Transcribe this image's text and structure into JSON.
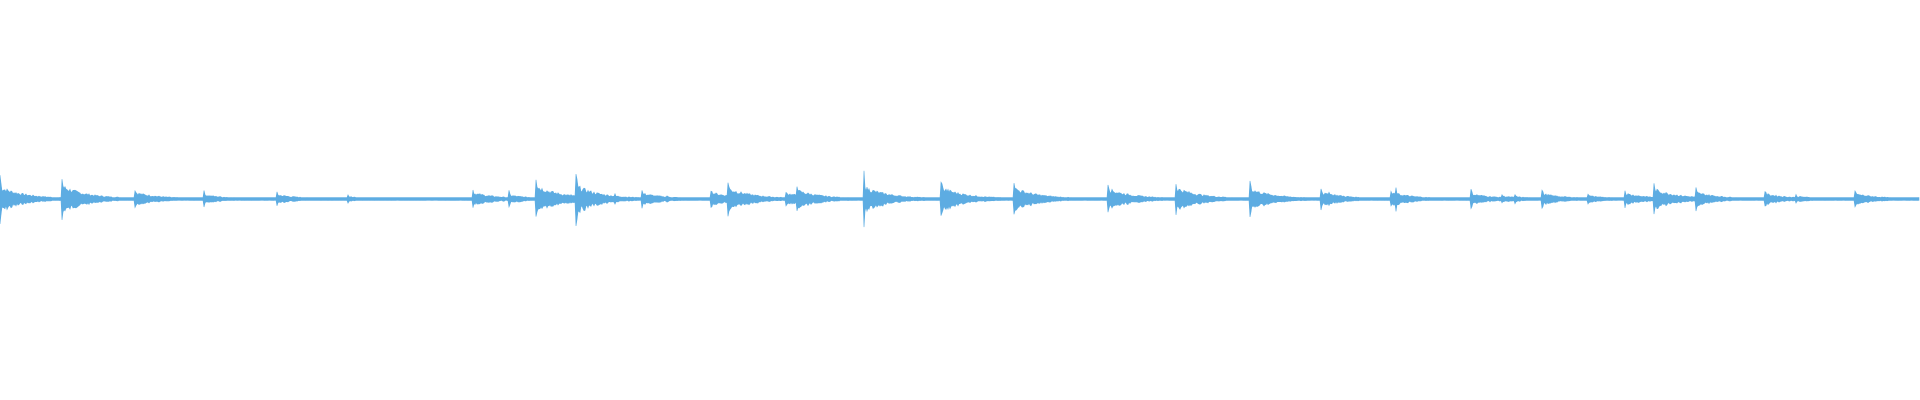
{
  "waveform": {
    "color": "#5DACE2",
    "onsets": [
      {
        "t": 0.0,
        "a": 0.5
      },
      {
        "t": 0.032,
        "a": 0.55
      },
      {
        "t": 0.07,
        "a": 0.28
      },
      {
        "t": 0.106,
        "a": 0.18
      },
      {
        "t": 0.144,
        "a": 0.18
      },
      {
        "t": 0.181,
        "a": 0.1
      },
      {
        "t": 0.246,
        "a": 0.26
      },
      {
        "t": 0.265,
        "a": 0.16
      },
      {
        "t": 0.279,
        "a": 0.56
      },
      {
        "t": 0.284,
        "a": 0.16
      },
      {
        "t": 0.297,
        "a": 0.12
      },
      {
        "t": 0.3,
        "a": 0.55
      },
      {
        "t": 0.32,
        "a": 0.12
      },
      {
        "t": 0.334,
        "a": 0.24
      },
      {
        "t": 0.347,
        "a": 0.1
      },
      {
        "t": 0.37,
        "a": 0.28
      },
      {
        "t": 0.379,
        "a": 0.45
      },
      {
        "t": 0.409,
        "a": 0.25
      },
      {
        "t": 0.415,
        "a": 0.36
      },
      {
        "t": 0.45,
        "a": 0.5
      },
      {
        "t": 0.49,
        "a": 0.48
      },
      {
        "t": 0.528,
        "a": 0.46
      },
      {
        "t": 0.577,
        "a": 0.42
      },
      {
        "t": 0.612,
        "a": 0.48
      },
      {
        "t": 0.651,
        "a": 0.42
      },
      {
        "t": 0.688,
        "a": 0.26
      },
      {
        "t": 0.692,
        "a": 0.22
      },
      {
        "t": 0.724,
        "a": 0.26
      },
      {
        "t": 0.727,
        "a": 0.22
      },
      {
        "t": 0.766,
        "a": 0.22
      },
      {
        "t": 0.782,
        "a": 0.12
      },
      {
        "t": 0.789,
        "a": 0.1
      },
      {
        "t": 0.803,
        "a": 0.22
      },
      {
        "t": 0.827,
        "a": 0.14
      },
      {
        "t": 0.846,
        "a": 0.24
      },
      {
        "t": 0.861,
        "a": 0.42
      },
      {
        "t": 0.883,
        "a": 0.28
      },
      {
        "t": 0.919,
        "a": 0.22
      },
      {
        "t": 0.935,
        "a": 0.12
      },
      {
        "t": 0.966,
        "a": 0.22
      }
    ]
  }
}
